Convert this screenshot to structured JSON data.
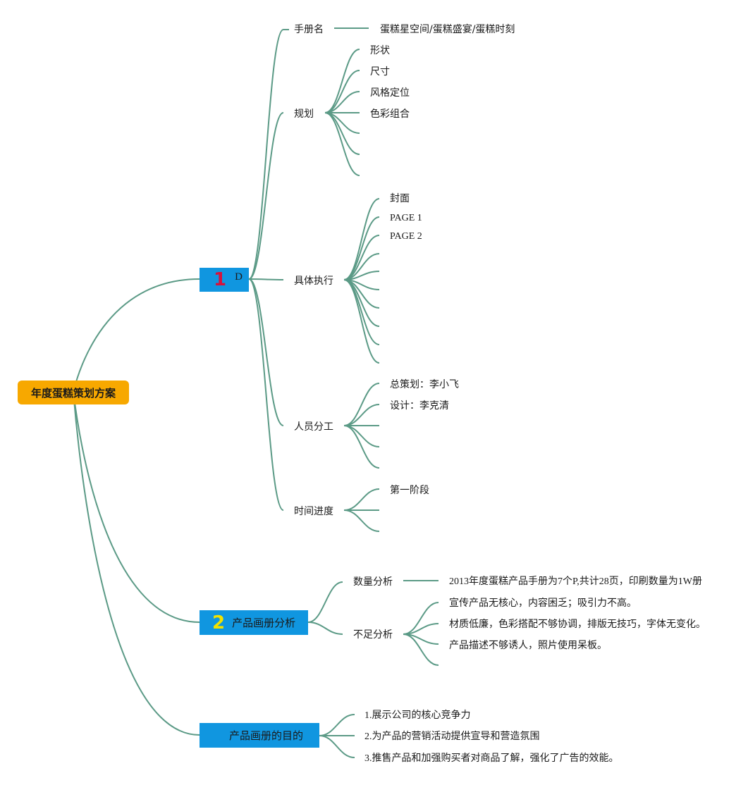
{
  "root": {
    "title": "年度蛋糕策划方案"
  },
  "branch1": {
    "number": "1",
    "label": "D",
    "number_color": "#d6123c",
    "children": {
      "name": {
        "label": "手册名",
        "value": "蛋糕星空间/蛋糕盛宴/蛋糕时刻"
      },
      "plan": {
        "label": "规划",
        "items": [
          "形状",
          "尺寸",
          "风格定位",
          "色彩组合"
        ]
      },
      "exec": {
        "label": "具体执行",
        "items": [
          "封面",
          "PAGE 1",
          "PAGE 2"
        ]
      },
      "staff": {
        "label": "人员分工",
        "items": [
          "总策划：李小飞",
          "设计：李克清"
        ]
      },
      "time": {
        "label": "时间进度",
        "items": [
          "第一阶段"
        ]
      }
    }
  },
  "branch2": {
    "number": "2",
    "label": "产品画册分析",
    "number_color": "#f2e200",
    "children": {
      "qty": {
        "label": "数量分析",
        "value": "2013年度蛋糕产品手册为7个P,共计28页，印刷数量为1W册"
      },
      "lack": {
        "label": "不足分析",
        "items": [
          "宣传产品无核心，内容困乏；吸引力不高。",
          "材质低廉，色彩搭配不够协调，排版无技巧，字体无变化。",
          "产品描述不够诱人，照片使用呆板。"
        ]
      }
    }
  },
  "branch3": {
    "label": "产品画册的目的",
    "items": [
      "1.展示公司的核心竞争力",
      "2.为产品的营销活动提供宣导和营造氛围",
      "3.推售产品和加强购买者对商品了解，强化了广告的效能。"
    ]
  },
  "colors": {
    "line": "#5b9a86",
    "root_bg": "#f7a800",
    "main_bg": "#1096e0"
  }
}
